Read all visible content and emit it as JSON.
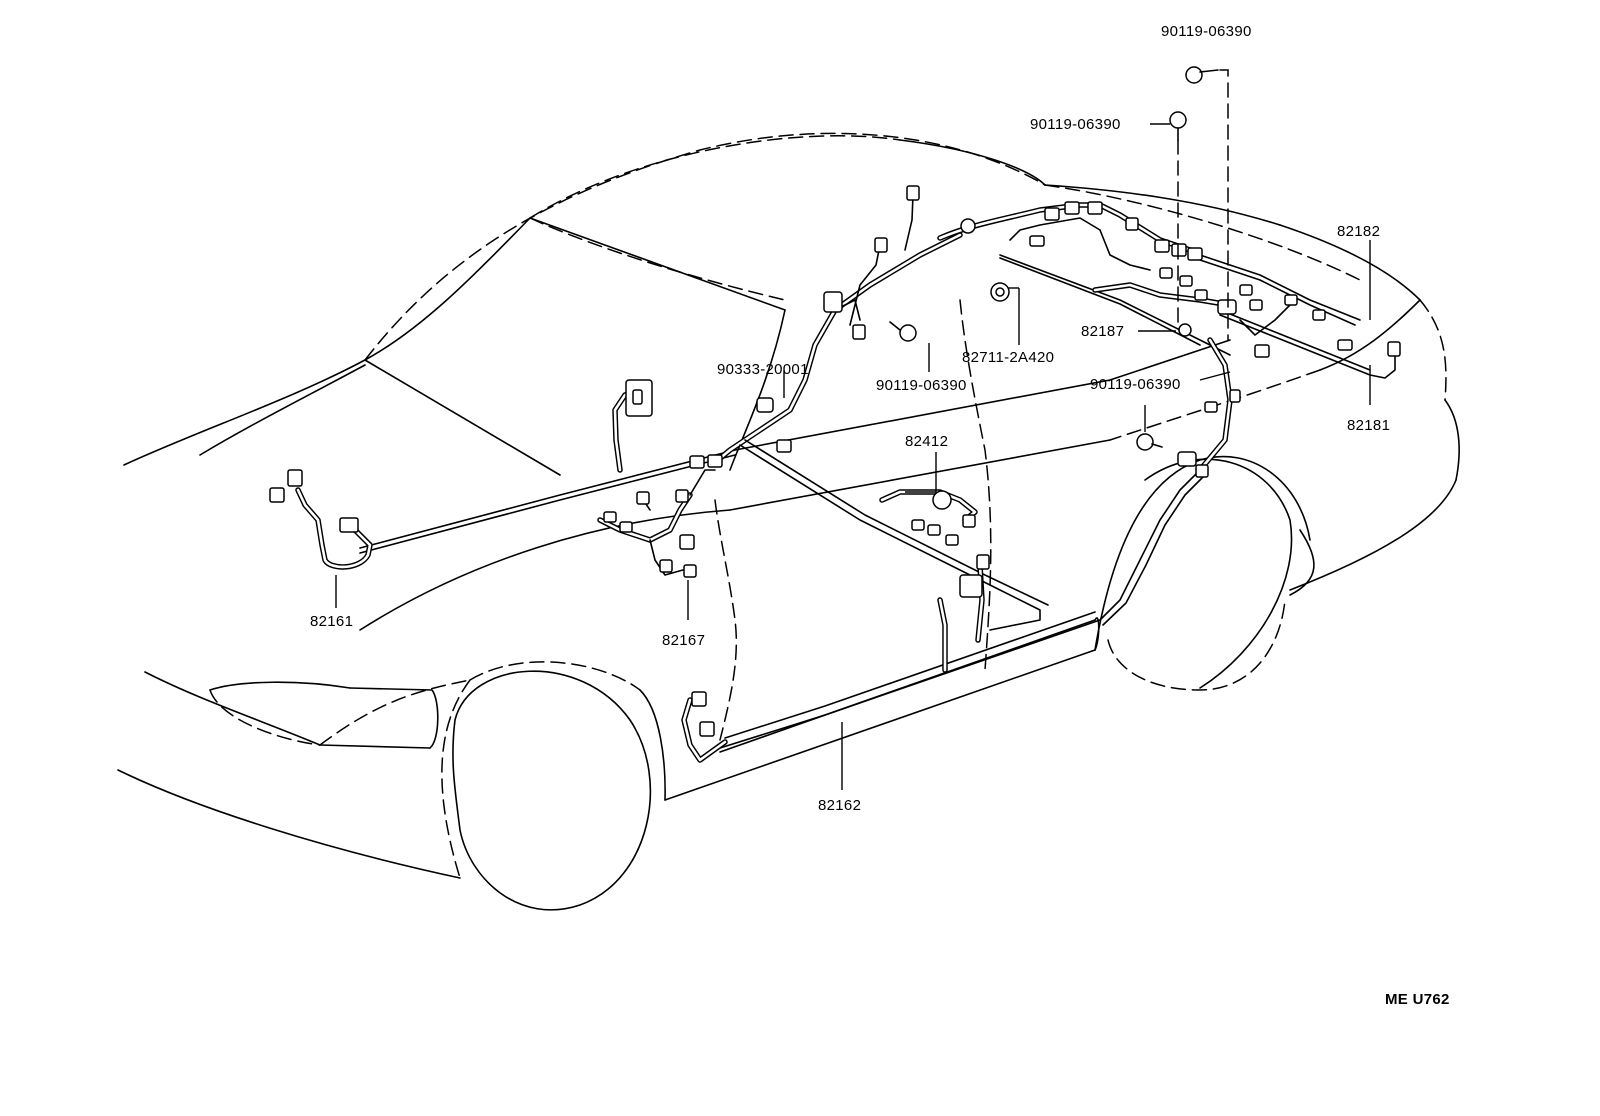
{
  "figure_code": "ME U762",
  "part_labels": {
    "bolt_top": "90119-06390",
    "bolt_upper": "90119-06390",
    "rear_harness_upper": "82182",
    "rear_harness_lower": "82181",
    "clamp_82187": "82187",
    "clamp_90333": "90333-20001",
    "bolt_center": "90119-06390",
    "protector": "82711-2A420",
    "bolt_rear": "90119-06390",
    "floor_wire_82412": "82412",
    "front_harness_82161": "82161",
    "front_harness_82167": "82167",
    "floor_harness_82162": "82162"
  }
}
